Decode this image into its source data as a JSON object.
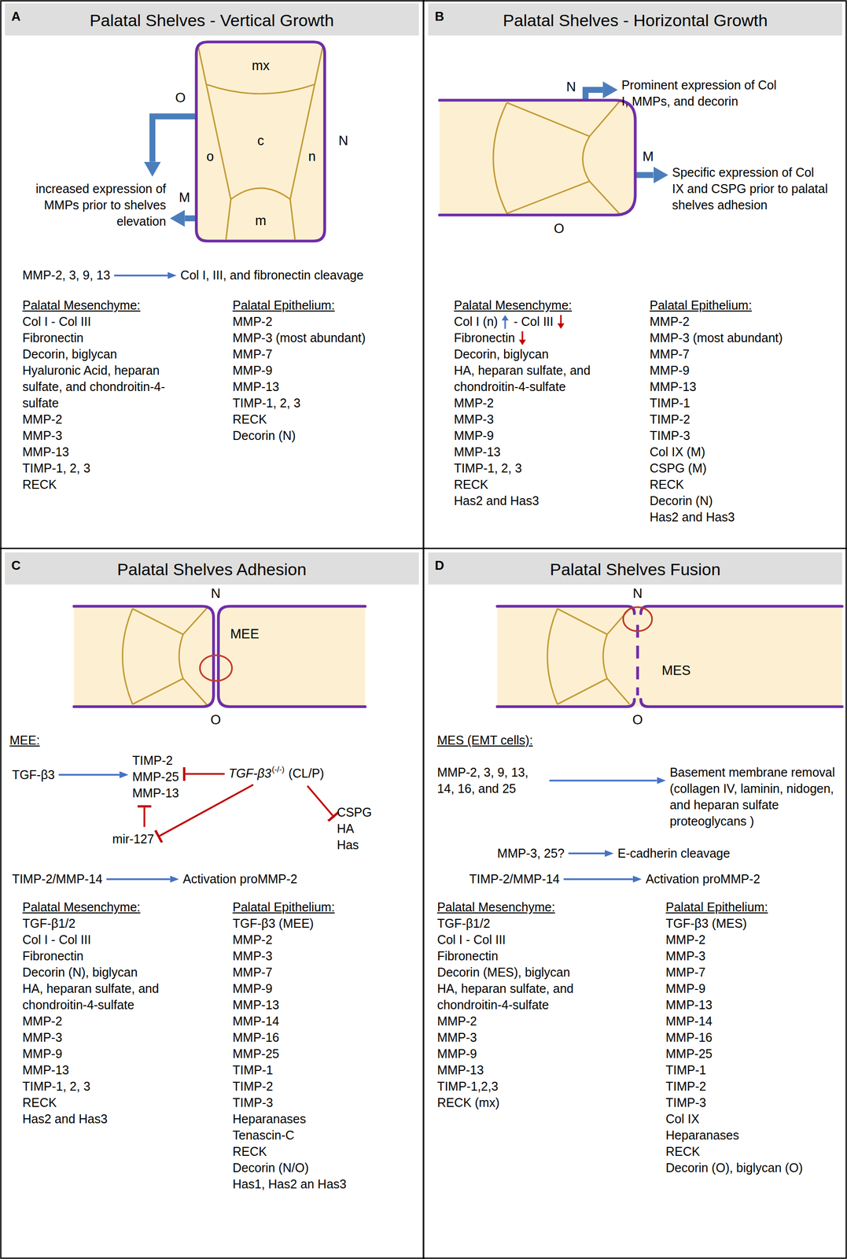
{
  "diagram": {
    "nodes": [
      {
        "text": [
          "A",
          "Palatal Shelves - Vertical Growth"
        ]
      },
      {
        "text": [
          "O",
          "N",
          "M",
          "mx",
          "c",
          "o",
          "n",
          "m"
        ]
      },
      {
        "text": [
          "increased expression of MMPs prior to shelves elevation"
        ]
      },
      {
        "text": [
          "MMP-2, 3, 9, 13"
        ]
      },
      {
        "text": [
          "Col I, III, and fibronectin cleavage"
        ]
      },
      {
        "text": [
          "B",
          "Palatal Shelves - Horizontal Growth"
        ]
      },
      {
        "text": [
          "N",
          "M",
          "O"
        ]
      },
      {
        "text": [
          "Prominent expression of Col I, MMPs, and decorin"
        ]
      },
      {
        "text": [
          "Specific expression of Col IX and CSPG prior to palatal shelves adhesion"
        ]
      },
      {
        "text": [
          "C",
          "Palatal Shelves Adhesion"
        ]
      },
      {
        "text": [
          "N",
          "MEE",
          "O"
        ]
      },
      {
        "text": [
          "TGF-β3"
        ]
      },
      {
        "text": [
          "TIMP-2",
          "MMP-25",
          "MMP-13"
        ]
      },
      {
        "text": [
          "TGF-β3",
          "(-/-)",
          "(CL/P)"
        ]
      },
      {
        "text": [
          "mir-127"
        ]
      },
      {
        "text": [
          "CSPG",
          "HA",
          "Has"
        ]
      },
      {
        "text": [
          "TIMP-2/MMP-14"
        ]
      },
      {
        "text": [
          "Activation proMMP-2"
        ]
      },
      {
        "text": [
          "D",
          "Palatal Shelves Fusion"
        ]
      },
      {
        "text": [
          "N",
          "MES",
          "O"
        ]
      },
      {
        "text": [
          "MMP-2, 3, 9, 13, 14, 16, and 25"
        ]
      },
      {
        "text": [
          "Basement membrane removal (collagen IV, laminin, nidogen, and heparan sulfate proteoglycans )"
        ]
      },
      {
        "text": [
          "MMP-3, 25?"
        ]
      },
      {
        "text": [
          "E-cadherin cleavage"
        ]
      },
      {
        "text": [
          "TIMP-2/MMP-14"
        ]
      },
      {
        "text": [
          "Activation proMMP-2"
        ]
      }
    ],
    "edges": [
      {
        "from": 1,
        "to": 2,
        "arrow": "to"
      },
      {
        "from": 1,
        "to": 2,
        "arrow": "to"
      },
      {
        "from": 3,
        "to": 4,
        "arrow": "to"
      },
      {
        "from": 6,
        "to": 7,
        "arrow": "to"
      },
      {
        "from": 6,
        "to": 8,
        "arrow": "to"
      },
      {
        "from": 11,
        "to": 12,
        "arrow": "to"
      },
      {
        "from": 13,
        "to": 12,
        "arrow": "to"
      },
      {
        "from": 14,
        "to": 12,
        "arrow": "to"
      },
      {
        "from": 13,
        "to": 14,
        "arrow": "to"
      },
      {
        "from": 13,
        "to": 15,
        "arrow": "to"
      },
      {
        "from": 16,
        "to": 17,
        "arrow": "to"
      },
      {
        "from": 20,
        "to": 21,
        "arrow": "to"
      },
      {
        "from": 22,
        "to": 23,
        "arrow": "to"
      },
      {
        "from": 24,
        "to": 25,
        "arrow": "to"
      }
    ],
    "labels": [
      "Palatal Mesenchyme:",
      "Col I - Col III",
      "Fibronectin",
      "Decorin, biglycan",
      "Hyaluronic Acid, heparan sulfate, and chondroitin-4-sulfate",
      "MMP-2",
      "MMP-3",
      "MMP-13",
      "TIMP-1, 2, 3",
      "RECK",
      "Palatal Epithelium:",
      "MMP-2",
      "MMP-3 (most abundant)",
      "MMP-7",
      "MMP-9",
      "MMP-13",
      "TIMP-1, 2, 3",
      "RECK",
      "Decorin (N)",
      "Palatal Mesenchyme:",
      "Col I (n)",
      "- Col III",
      "Fibronectin",
      "Decorin, biglycan",
      "HA, heparan sulfate, and chondroitin-4-sulfate",
      "MMP-2",
      "MMP-3",
      "MMP-9",
      "MMP-13",
      "TIMP-1, 2, 3",
      "RECK",
      "Has2 and Has3",
      "Palatal Epithelium:",
      "MMP-2",
      "MMP-3 (most abundant)",
      "MMP-7",
      "MMP-9",
      "MMP-13",
      "TIMP-1",
      "TIMP-2",
      "TIMP-3",
      "Col IX (M)",
      "CSPG (M)",
      "RECK",
      "Decorin (N)",
      "Has2 and Has3",
      "MEE:",
      "Palatal Mesenchyme:",
      "TGF-β1/2",
      "Col I - Col III",
      "Fibronectin",
      "Decorin (N), biglycan",
      "HA, heparan sulfate, and chondroitin-4-sulfate",
      "MMP-2",
      "MMP-3",
      "MMP-9",
      "MMP-13",
      "TIMP-1, 2, 3",
      "RECK",
      "Has2 and Has3",
      "Palatal Epithelium:",
      "TGF-β3 (MEE)",
      "MMP-2",
      "MMP-3",
      "MMP-7",
      "MMP-9",
      "MMP-13",
      "MMP-14",
      "MMP-16",
      "MMP-25",
      "TIMP-1",
      "TIMP-2",
      "TIMP-3",
      "Heparanases",
      "Tenascin-C",
      "RECK",
      "Decorin (N/O)",
      "Has1, Has2 an Has3",
      "MES (EMT cells):",
      "Palatal Mesenchyme:",
      "TGF-β1/2",
      "Col I - Col III",
      "Fibronectin",
      "Decorin (MES), biglycan",
      "HA, heparan sulfate, and chondroitin-4-sulfate",
      "MMP-2",
      "MMP-3",
      "MMP-9",
      "MMP-13",
      "TIMP-1,2,3",
      "RECK (mx)",
      "Palatal Epithelium:",
      "TGF-β3 (MES)",
      "MMP-2",
      "MMP-3",
      "MMP-7",
      "MMP-9",
      "MMP-13",
      "MMP-14",
      "MMP-16",
      "MMP-25",
      "TIMP-1",
      "TIMP-2",
      "TIMP-3",
      "Col IX",
      "Heparanases",
      "RECK",
      "Decorin (O), biglycan (O)"
    ]
  }
}
